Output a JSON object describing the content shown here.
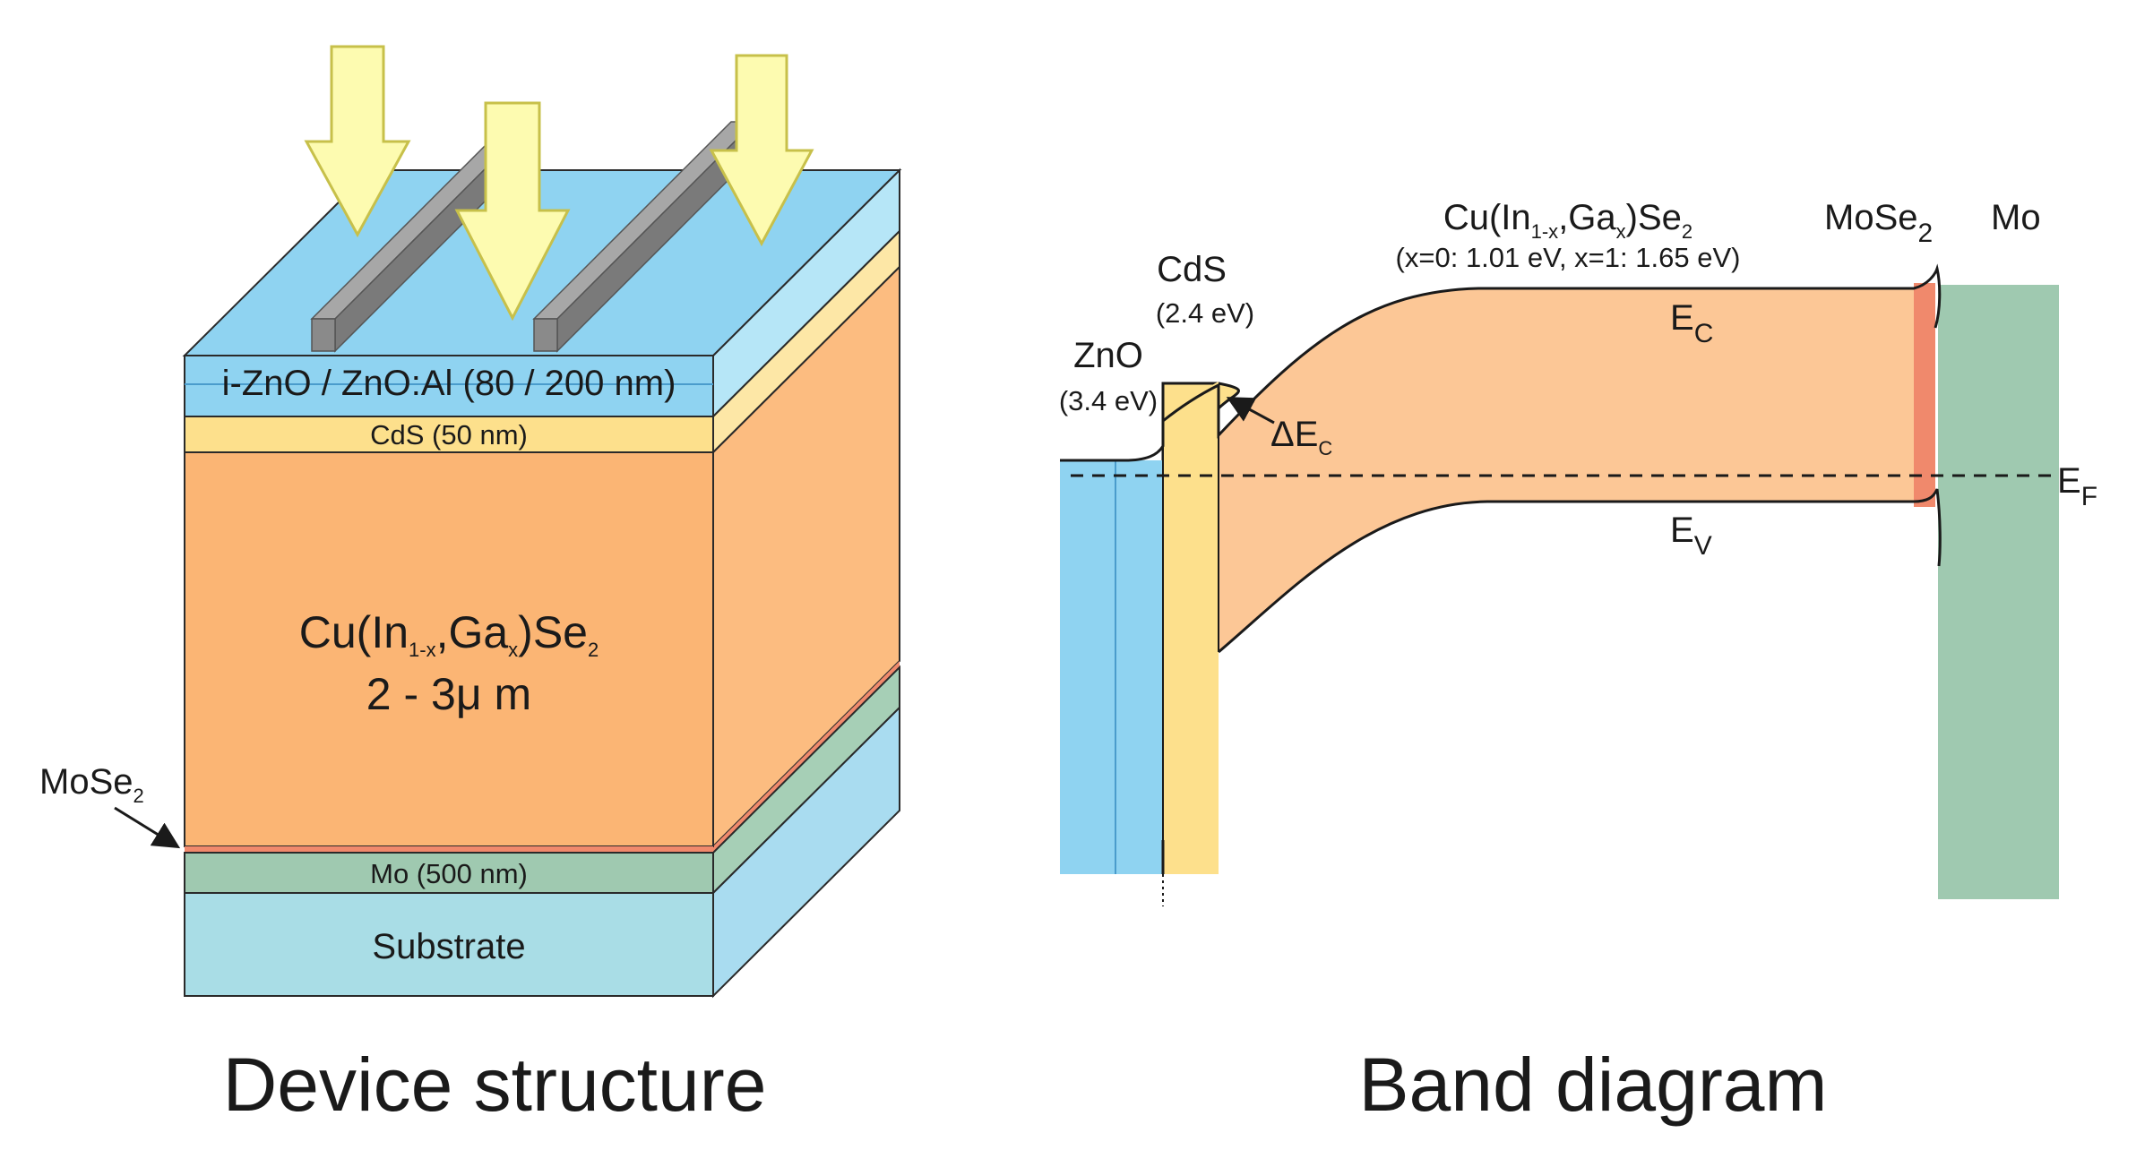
{
  "device": {
    "caption": "Device structure",
    "layers": {
      "window": "i-ZnO / ZnO:Al (80 / 200 nm)",
      "buffer": "CdS (50 nm)",
      "absorber_line1": {
        "a": "Cu(In",
        "s1": "1-x",
        "b": ",Ga",
        "s2": "x",
        "c": ")Se",
        "s3": "2"
      },
      "absorber_line2": "2 - 3μ m",
      "back": "Mo (500 nm)",
      "substrate": "Substrate"
    },
    "mose2_callout": {
      "base": "MoSe",
      "sub": "2"
    }
  },
  "band": {
    "caption": "Band diagram",
    "zno": {
      "name": "ZnO",
      "gap": "(3.4 eV)"
    },
    "cds": {
      "name": "CdS",
      "gap": "(2.4 eV)"
    },
    "cigs": {
      "a": "Cu(In",
      "s1": "1-x",
      "b": ",Ga",
      "s2": "x",
      "c": ")Se",
      "s3": "2",
      "gap": "(x=0: 1.01 eV, x=1: 1.65  eV)"
    },
    "mose2": {
      "base": "MoSe",
      "sub": "2"
    },
    "mo": "Mo",
    "ec": {
      "base": "E",
      "sub": "C"
    },
    "ev": {
      "base": "E",
      "sub": "V"
    },
    "ef": {
      "base": "E",
      "sub": "F"
    },
    "dec": {
      "base": "ΔE",
      "sub": "C"
    }
  },
  "colors": {
    "zno": "#8fd3f1",
    "cds": "#fde08c",
    "cigs": "#fbb574",
    "cigs_band": "#fcc796",
    "mose2": "#f0896c",
    "mo": "#9fc9b0",
    "substrate": "#a9dde6",
    "contact": "#8c8c8c",
    "light_arrow": "#fdfbb0"
  }
}
